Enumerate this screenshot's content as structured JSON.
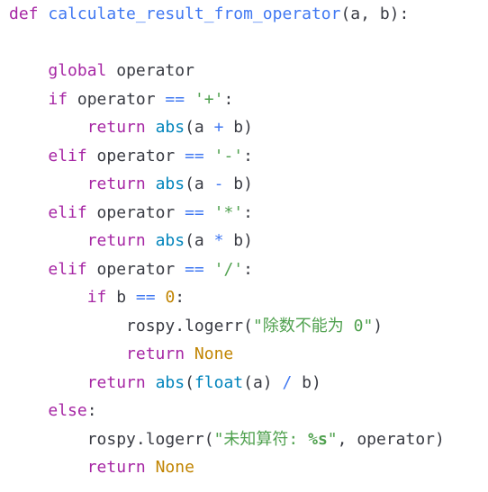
{
  "code": {
    "lines": [
      {
        "indent": "",
        "tokens": [
          [
            "kw",
            "def"
          ],
          [
            "plain",
            " "
          ],
          [
            "fn",
            "calculate_result_from_operator"
          ],
          [
            "plain",
            "(a, b):"
          ]
        ]
      },
      {
        "indent": "",
        "tokens": []
      },
      {
        "indent": "    ",
        "tokens": [
          [
            "kw",
            "global"
          ],
          [
            "plain",
            " operator"
          ]
        ]
      },
      {
        "indent": "    ",
        "tokens": [
          [
            "kw",
            "if"
          ],
          [
            "plain",
            " operator "
          ],
          [
            "op",
            "=="
          ],
          [
            "plain",
            " "
          ],
          [
            "str",
            "'+'"
          ],
          [
            "plain",
            ":"
          ]
        ]
      },
      {
        "indent": "        ",
        "tokens": [
          [
            "kw",
            "return"
          ],
          [
            "plain",
            " "
          ],
          [
            "builtin",
            "abs"
          ],
          [
            "plain",
            "(a "
          ],
          [
            "op",
            "+"
          ],
          [
            "plain",
            " b)"
          ]
        ]
      },
      {
        "indent": "    ",
        "tokens": [
          [
            "kw",
            "elif"
          ],
          [
            "plain",
            " operator "
          ],
          [
            "op",
            "=="
          ],
          [
            "plain",
            " "
          ],
          [
            "str",
            "'-'"
          ],
          [
            "plain",
            ":"
          ]
        ]
      },
      {
        "indent": "        ",
        "tokens": [
          [
            "kw",
            "return"
          ],
          [
            "plain",
            " "
          ],
          [
            "builtin",
            "abs"
          ],
          [
            "plain",
            "(a "
          ],
          [
            "op",
            "-"
          ],
          [
            "plain",
            " b)"
          ]
        ]
      },
      {
        "indent": "    ",
        "tokens": [
          [
            "kw",
            "elif"
          ],
          [
            "plain",
            " operator "
          ],
          [
            "op",
            "=="
          ],
          [
            "plain",
            " "
          ],
          [
            "str",
            "'*'"
          ],
          [
            "plain",
            ":"
          ]
        ]
      },
      {
        "indent": "        ",
        "tokens": [
          [
            "kw",
            "return"
          ],
          [
            "plain",
            " "
          ],
          [
            "builtin",
            "abs"
          ],
          [
            "plain",
            "(a "
          ],
          [
            "op",
            "*"
          ],
          [
            "plain",
            " b)"
          ]
        ]
      },
      {
        "indent": "    ",
        "tokens": [
          [
            "kw",
            "elif"
          ],
          [
            "plain",
            " operator "
          ],
          [
            "op",
            "=="
          ],
          [
            "plain",
            " "
          ],
          [
            "str",
            "'/'"
          ],
          [
            "plain",
            ":"
          ]
        ]
      },
      {
        "indent": "        ",
        "tokens": [
          [
            "kw",
            "if"
          ],
          [
            "plain",
            " b "
          ],
          [
            "op",
            "=="
          ],
          [
            "plain",
            " "
          ],
          [
            "num",
            "0"
          ],
          [
            "plain",
            ":"
          ]
        ]
      },
      {
        "indent": "            ",
        "tokens": [
          [
            "plain",
            "rospy.logerr("
          ],
          [
            "str",
            "\"除数不能为 0\""
          ],
          [
            "plain",
            ")"
          ]
        ]
      },
      {
        "indent": "            ",
        "tokens": [
          [
            "kw",
            "return"
          ],
          [
            "plain",
            " "
          ],
          [
            "num",
            "None"
          ]
        ]
      },
      {
        "indent": "        ",
        "tokens": [
          [
            "kw",
            "return"
          ],
          [
            "plain",
            " "
          ],
          [
            "builtin",
            "abs"
          ],
          [
            "plain",
            "("
          ],
          [
            "builtin",
            "float"
          ],
          [
            "plain",
            "(a) "
          ],
          [
            "op",
            "/"
          ],
          [
            "plain",
            " b)"
          ]
        ]
      },
      {
        "indent": "    ",
        "tokens": [
          [
            "kw",
            "else"
          ],
          [
            "plain",
            ":"
          ]
        ]
      },
      {
        "indent": "        ",
        "tokens": [
          [
            "plain",
            "rospy.logerr("
          ],
          [
            "str",
            "\"未知算符: "
          ],
          [
            "esc",
            "%s"
          ],
          [
            "str",
            "\""
          ],
          [
            "plain",
            ", operator)"
          ]
        ]
      },
      {
        "indent": "        ",
        "tokens": [
          [
            "kw",
            "return"
          ],
          [
            "plain",
            " "
          ],
          [
            "num",
            "None"
          ]
        ]
      }
    ]
  }
}
